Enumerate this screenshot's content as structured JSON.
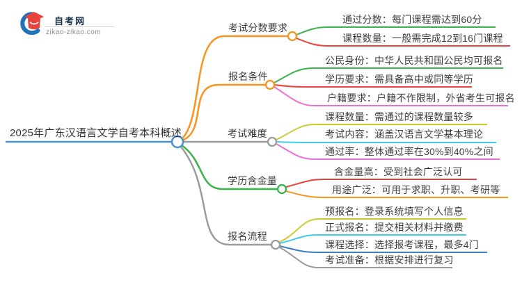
{
  "logo": {
    "title": "自考网",
    "domain": "zikao-zikao.com",
    "crescent_color": "#2272b9",
    "cap_color": "#e8433c"
  },
  "colors": {
    "root_line": "#4a8fd4",
    "orange": "#f7941e",
    "green": "#3bb24a",
    "red": "#e8403a",
    "pink": "#ea6fd3",
    "olive": "#cbcb30",
    "cyan": "#3fcdee",
    "blue": "#3b7cc4",
    "gray": "#9b9b9b"
  },
  "mindmap": {
    "root": "2025年广东汉语言文学自考本科概述",
    "branches": [
      {
        "label": "考试分数要求",
        "color": "#f7941e",
        "children": [
          {
            "text": "通过分数：每门课程需达到60分",
            "color": "#3bb24a"
          },
          {
            "text": "课程数量：一般需完成12到16门课程",
            "color": "#e8403a"
          }
        ]
      },
      {
        "label": "报名条件",
        "color": "#f7941e",
        "children": [
          {
            "text": "公民身份：中华人民共和国公民均可报名",
            "color": "#3bb24a"
          },
          {
            "text": "学历要求：需具备高中或同等学历",
            "color": "#e8403a"
          },
          {
            "text": "户籍要求：户籍不作限制，外省考生可报名",
            "color": "#ea6fd3"
          }
        ]
      },
      {
        "label": "考试难度",
        "color": "#9b9b9b",
        "children": [
          {
            "text": "课程数量：需通过的课程数量较多",
            "color": "#cbcb30"
          },
          {
            "text": "考试内容：涵盖汉语言文学基本理论",
            "color": "#3fcdee"
          },
          {
            "text": "通过率：整体通过率在30%到40%之间",
            "color": "#ea6fd3"
          }
        ]
      },
      {
        "label": "学历含金量",
        "color": "#3bb24a",
        "children": [
          {
            "text": "含金量高：受到社会广泛认可",
            "color": "#e8403a"
          },
          {
            "text": "用途广泛：可用于求职、升职、考研等",
            "color": "#f7941e"
          }
        ]
      },
      {
        "label": "报名流程",
        "color": "#9b9b9b",
        "children": [
          {
            "text": "预报名：登录系统填写个人信息",
            "color": "#cbcb30"
          },
          {
            "text": "正式报名：提交相关材料并缴费",
            "color": "#3fcdee"
          },
          {
            "text": "课程选择：选择报考课程，最多4门",
            "color": "#3b7cc4"
          },
          {
            "text": "考试准备：根据安排进行复习",
            "color": "#9b9b9b"
          }
        ]
      }
    ]
  }
}
